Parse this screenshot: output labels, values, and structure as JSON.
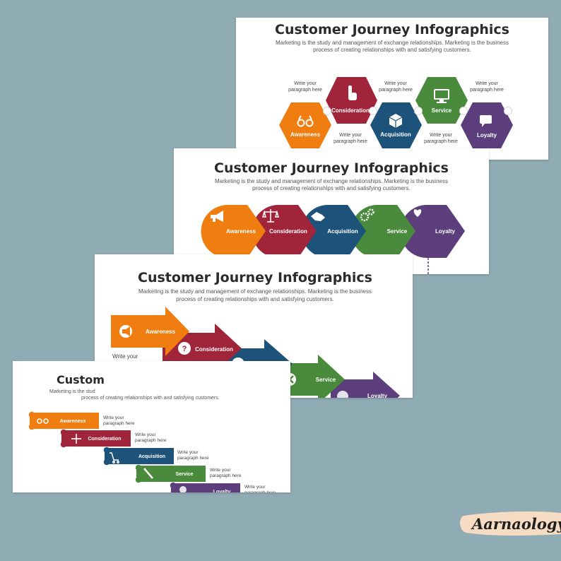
{
  "slide_title": "Customer Journey Infographics",
  "slide_title_cut": "Custom",
  "subtitle_1": "Marketing is the study and management of exchange relationships. Marketing is the business",
  "subtitle_2": "process of creating relationships with and satisfying customers.",
  "subtitle_cut": "Marketing is the stud",
  "subtitle_cut_2": "process of creating relationships with and satisfying customers.",
  "para_1": "Write your",
  "para_2": "paragraph here",
  "steps": [
    "Awareness",
    "Consideration",
    "Acquisition",
    "Service",
    "Loyalty"
  ],
  "colors": {
    "awareness": "#ef7d0f",
    "consideration": "#a0243a",
    "acquisition": "#1d527a",
    "service": "#4a8a3d",
    "loyalty": "#5b3e7b",
    "background": "#8fabb3"
  },
  "icons": {
    "hexagon": [
      "binoculars-icon",
      "hand-pointer-icon",
      "box-icon",
      "monitor-icon",
      "chat-icon"
    ],
    "drop": [
      "megaphone-icon",
      "scales-icon",
      "handshake-icon",
      "gears-icon",
      "heart-icon"
    ],
    "arrow": [
      "megaphone-icon",
      "question-icon",
      "card-icon",
      "tools-icon",
      "thumbs-up-icon"
    ],
    "tab": [
      "binoculars-icon",
      "move-icon",
      "cart-icon",
      "screwdriver-icon",
      "heart-icon"
    ]
  },
  "brand": "Aarnaology"
}
